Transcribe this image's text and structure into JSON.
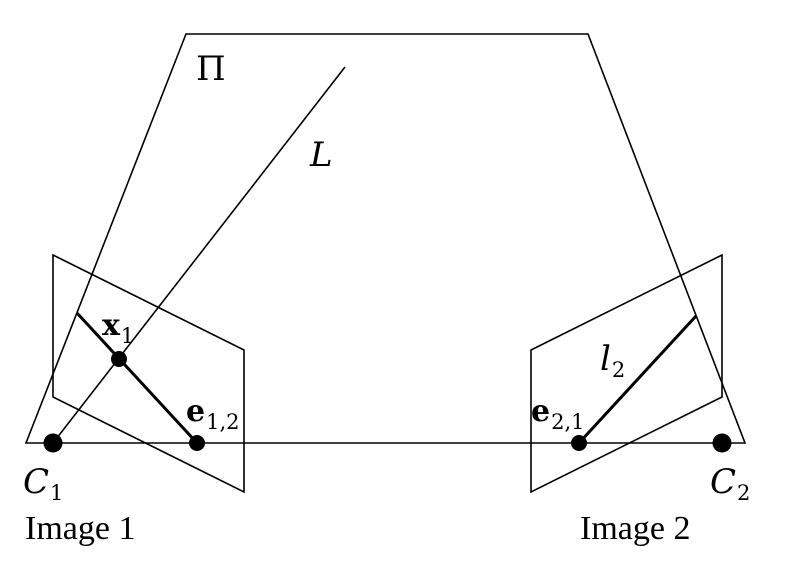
{
  "labels": {
    "plane": "Π",
    "line_L": "L",
    "x1_base": "x",
    "x1_sub": "1",
    "e12_base": "e",
    "e12_sub": "1,2",
    "e21_base": "e",
    "e21_sub": "2,1",
    "l2_base": "l",
    "l2_sub": "2",
    "c1_base": "C",
    "c1_sub": "1",
    "c2_base": "C",
    "c2_sub": "2"
  },
  "captions": {
    "image1": "Image 1",
    "image2": "Image 2"
  },
  "colors": {
    "stroke": "#000000",
    "background": "#ffffff"
  }
}
